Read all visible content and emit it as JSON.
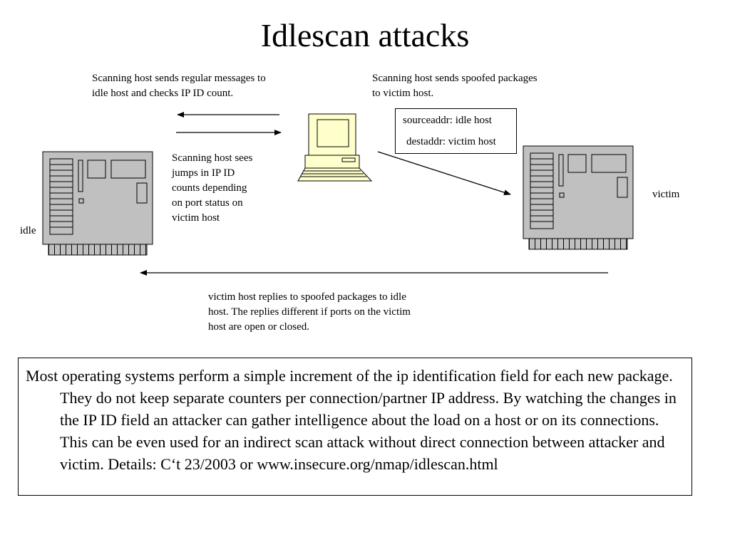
{
  "title": "Idlescan attacks",
  "notes": {
    "scanning_regular": "Scanning host sends regular messages to\nidle host and checks IP ID count.",
    "scanning_spoofed": "Scanning host sends spoofed packages\nto victim host.",
    "scanning_sees": "Scanning host sees\njumps in IP ID\ncounts depending\non port status on\nvictim host",
    "victim_replies": "victim host replies to spoofed packages to idle\nhost. The replies different if ports on the victim\nhost are open or closed."
  },
  "packet": {
    "source": "sourceaddr: idle host",
    "dest": "destaddr: victim host"
  },
  "hosts": {
    "idle": "idle",
    "victim": "victim"
  },
  "icons": {
    "server_left": "server-icon",
    "server_right": "server-icon",
    "computer": "computer-icon"
  },
  "colors": {
    "server_fill": "#c0c0c0",
    "computer_fill": "#ffffcc"
  },
  "description": "Most operating systems perform a simple increment of the ip identification field for each new package. They do not keep separate counters per connection/partner IP address. By watching the changes in the IP ID field an attacker can gather intelligence about the load on a host or on its connections. This can be even used for an indirect scan attack without direct connection between attacker and victim. Details: C‘t 23/2003 or www.insecure.org/nmap/idlescan.html"
}
